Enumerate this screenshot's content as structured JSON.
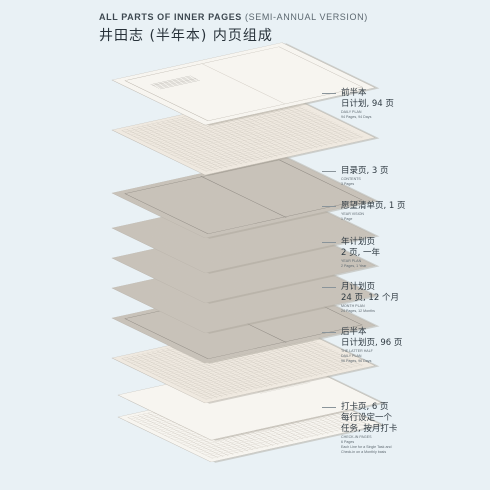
{
  "header": {
    "title_en_bold": "ALL PARTS OF INNER PAGES",
    "title_en_light": "(SEMI-ANNUAL VERSION)",
    "title_zh": "井田志 (半年本) 内页组成"
  },
  "colors": {
    "background": "#e9f1f5",
    "paper_white": "#f7f5f0",
    "paper_cream": "#efe9e0",
    "paper_grey": "#c8c2b9",
    "grid_line": "#c9c3ba"
  },
  "sections": [
    {
      "zh_lines": [
        "前半本",
        "日计划, 94 页"
      ],
      "en_lines": [
        "DAILY PLAN",
        "94 Pages, 94 Days"
      ]
    },
    {
      "zh_lines": [
        "目录页, 3 页"
      ],
      "en_lines": [
        "CONTENTS",
        "3 Pages"
      ]
    },
    {
      "zh_lines": [
        "愿望清单页, 1 页"
      ],
      "en_lines": [
        "YEAR VISION",
        "1 Page"
      ]
    },
    {
      "zh_lines": [
        "年计划页",
        "2 页, 一年"
      ],
      "en_lines": [
        "YEAR PLAN",
        "2 Pages, 1 Year"
      ]
    },
    {
      "zh_lines": [
        "月计划页",
        "24 页, 12 个月"
      ],
      "en_lines": [
        "MONTH PLAN",
        "24 Pages, 12 Months"
      ]
    },
    {
      "zh_lines": [
        "后半本",
        "日计划页, 96 页"
      ],
      "en_lines": [
        "THE LATTER HALF",
        "DAILY PLAN",
        "96 Pages, 96 Days"
      ]
    },
    {
      "zh_lines": [
        "打卡页, 6 页",
        "每行设定一个",
        "任务, 按月打卡"
      ],
      "en_lines": [
        "CHECK-IN PAGES",
        "6 Pages",
        "Each Line for a Single Task and",
        "Check-in on a Monthly basis"
      ]
    }
  ]
}
